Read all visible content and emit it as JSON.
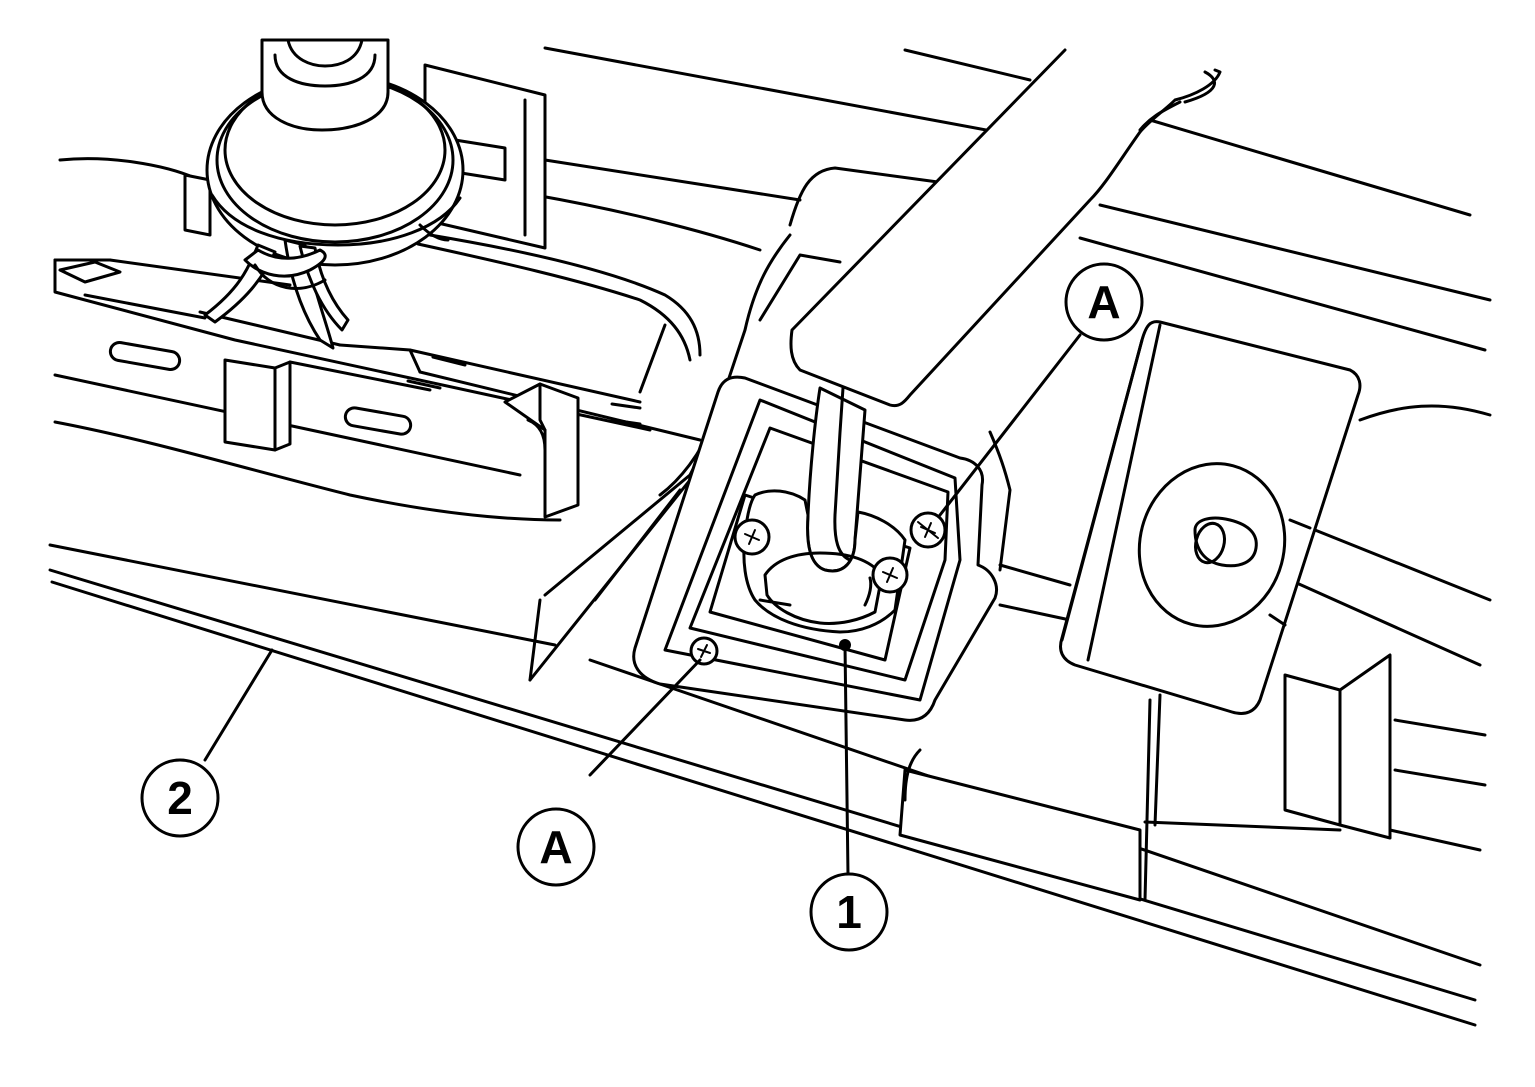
{
  "callouts": {
    "part_1": "1",
    "part_2": "2",
    "screw_upper": "A",
    "screw_lower": "A"
  },
  "colors": {
    "line": "#000000",
    "background": "#ffffff"
  }
}
